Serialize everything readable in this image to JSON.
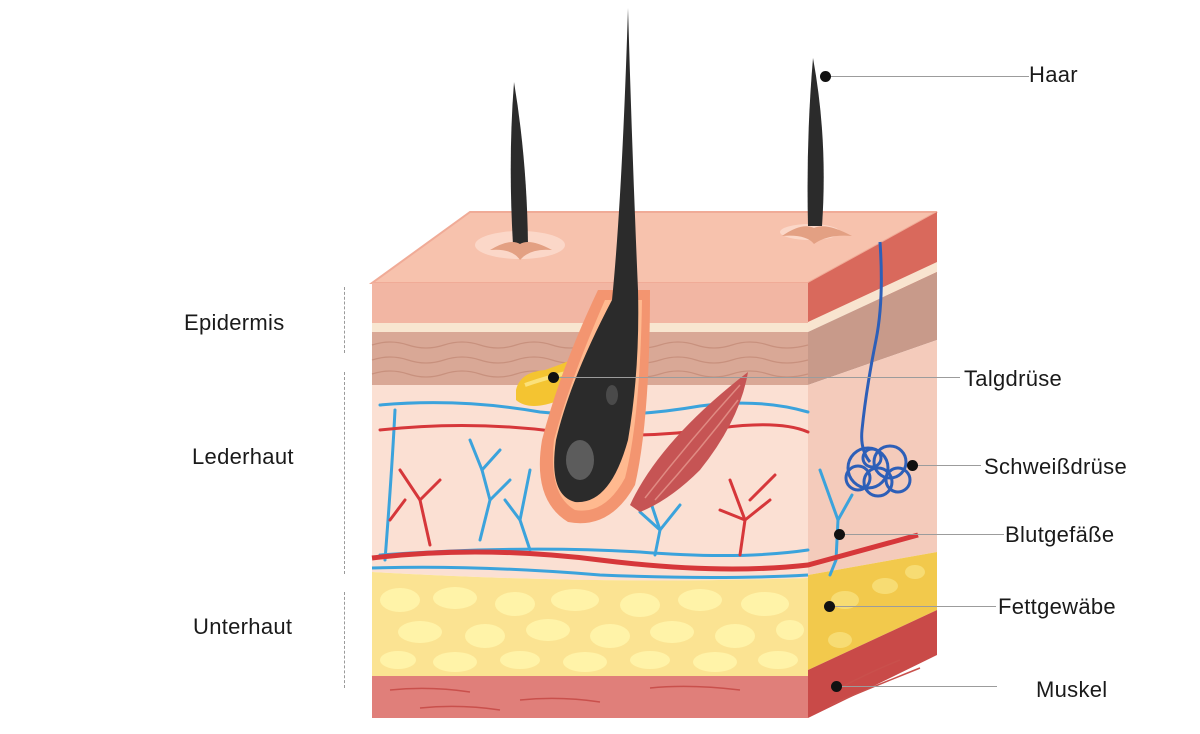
{
  "layer_labels": {
    "epidermis": "Epidermis",
    "lederhaut": "Lederhaut",
    "unterhaut": "Unterhaut"
  },
  "callouts": {
    "haar": "Haar",
    "talgdruese": "Talgdrüse",
    "schweissdruese": "Schweißdrüse",
    "blutgefaesse": "Blutgefäße",
    "fettgewaebe": "Fettgewäbe",
    "muskel": "Muskel"
  },
  "colors": {
    "skin_surface": "#f7c2ad",
    "epidermis_front": "#f2b6a3",
    "dermis_front": "#fbe0d3",
    "fat_layer": "#fbe392",
    "fat_cells": "#fff3a8",
    "muscle_layer": "#e07f7a",
    "side_dark": "#d25f52",
    "hair": "#2b2b2b",
    "artery": "#d6373a",
    "vein": "#3ba3dc",
    "sweat_gland": "#2d5fb8",
    "sebaceous_gland": "#f4c431"
  }
}
